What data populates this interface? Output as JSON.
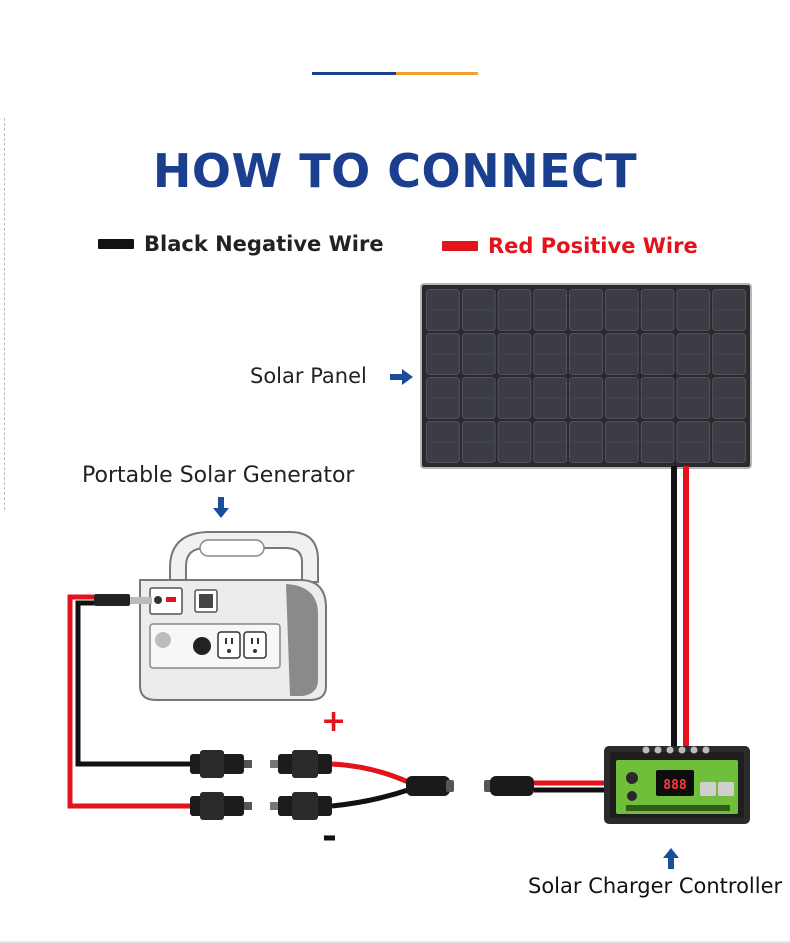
{
  "title": "HOW TO CONNECT",
  "legend": {
    "negative": {
      "label": "Black Negative Wire",
      "color": "#111111"
    },
    "positive": {
      "label": "Red Positive Wire",
      "color": "#e3121b"
    }
  },
  "labels": {
    "solar_panel": "Solar Panel",
    "generator": "Portable Solar Generator",
    "controller": "Solar Charger Controller",
    "plus_sign": "+",
    "minus_sign": "-"
  },
  "colors": {
    "title_blue": "#1b3f8f",
    "accent_orange": "#f0a030",
    "arrow_blue": "#1b4d9c",
    "wire_red": "#e3121b",
    "wire_black": "#111111",
    "controller_green": "#6fbf3a"
  }
}
